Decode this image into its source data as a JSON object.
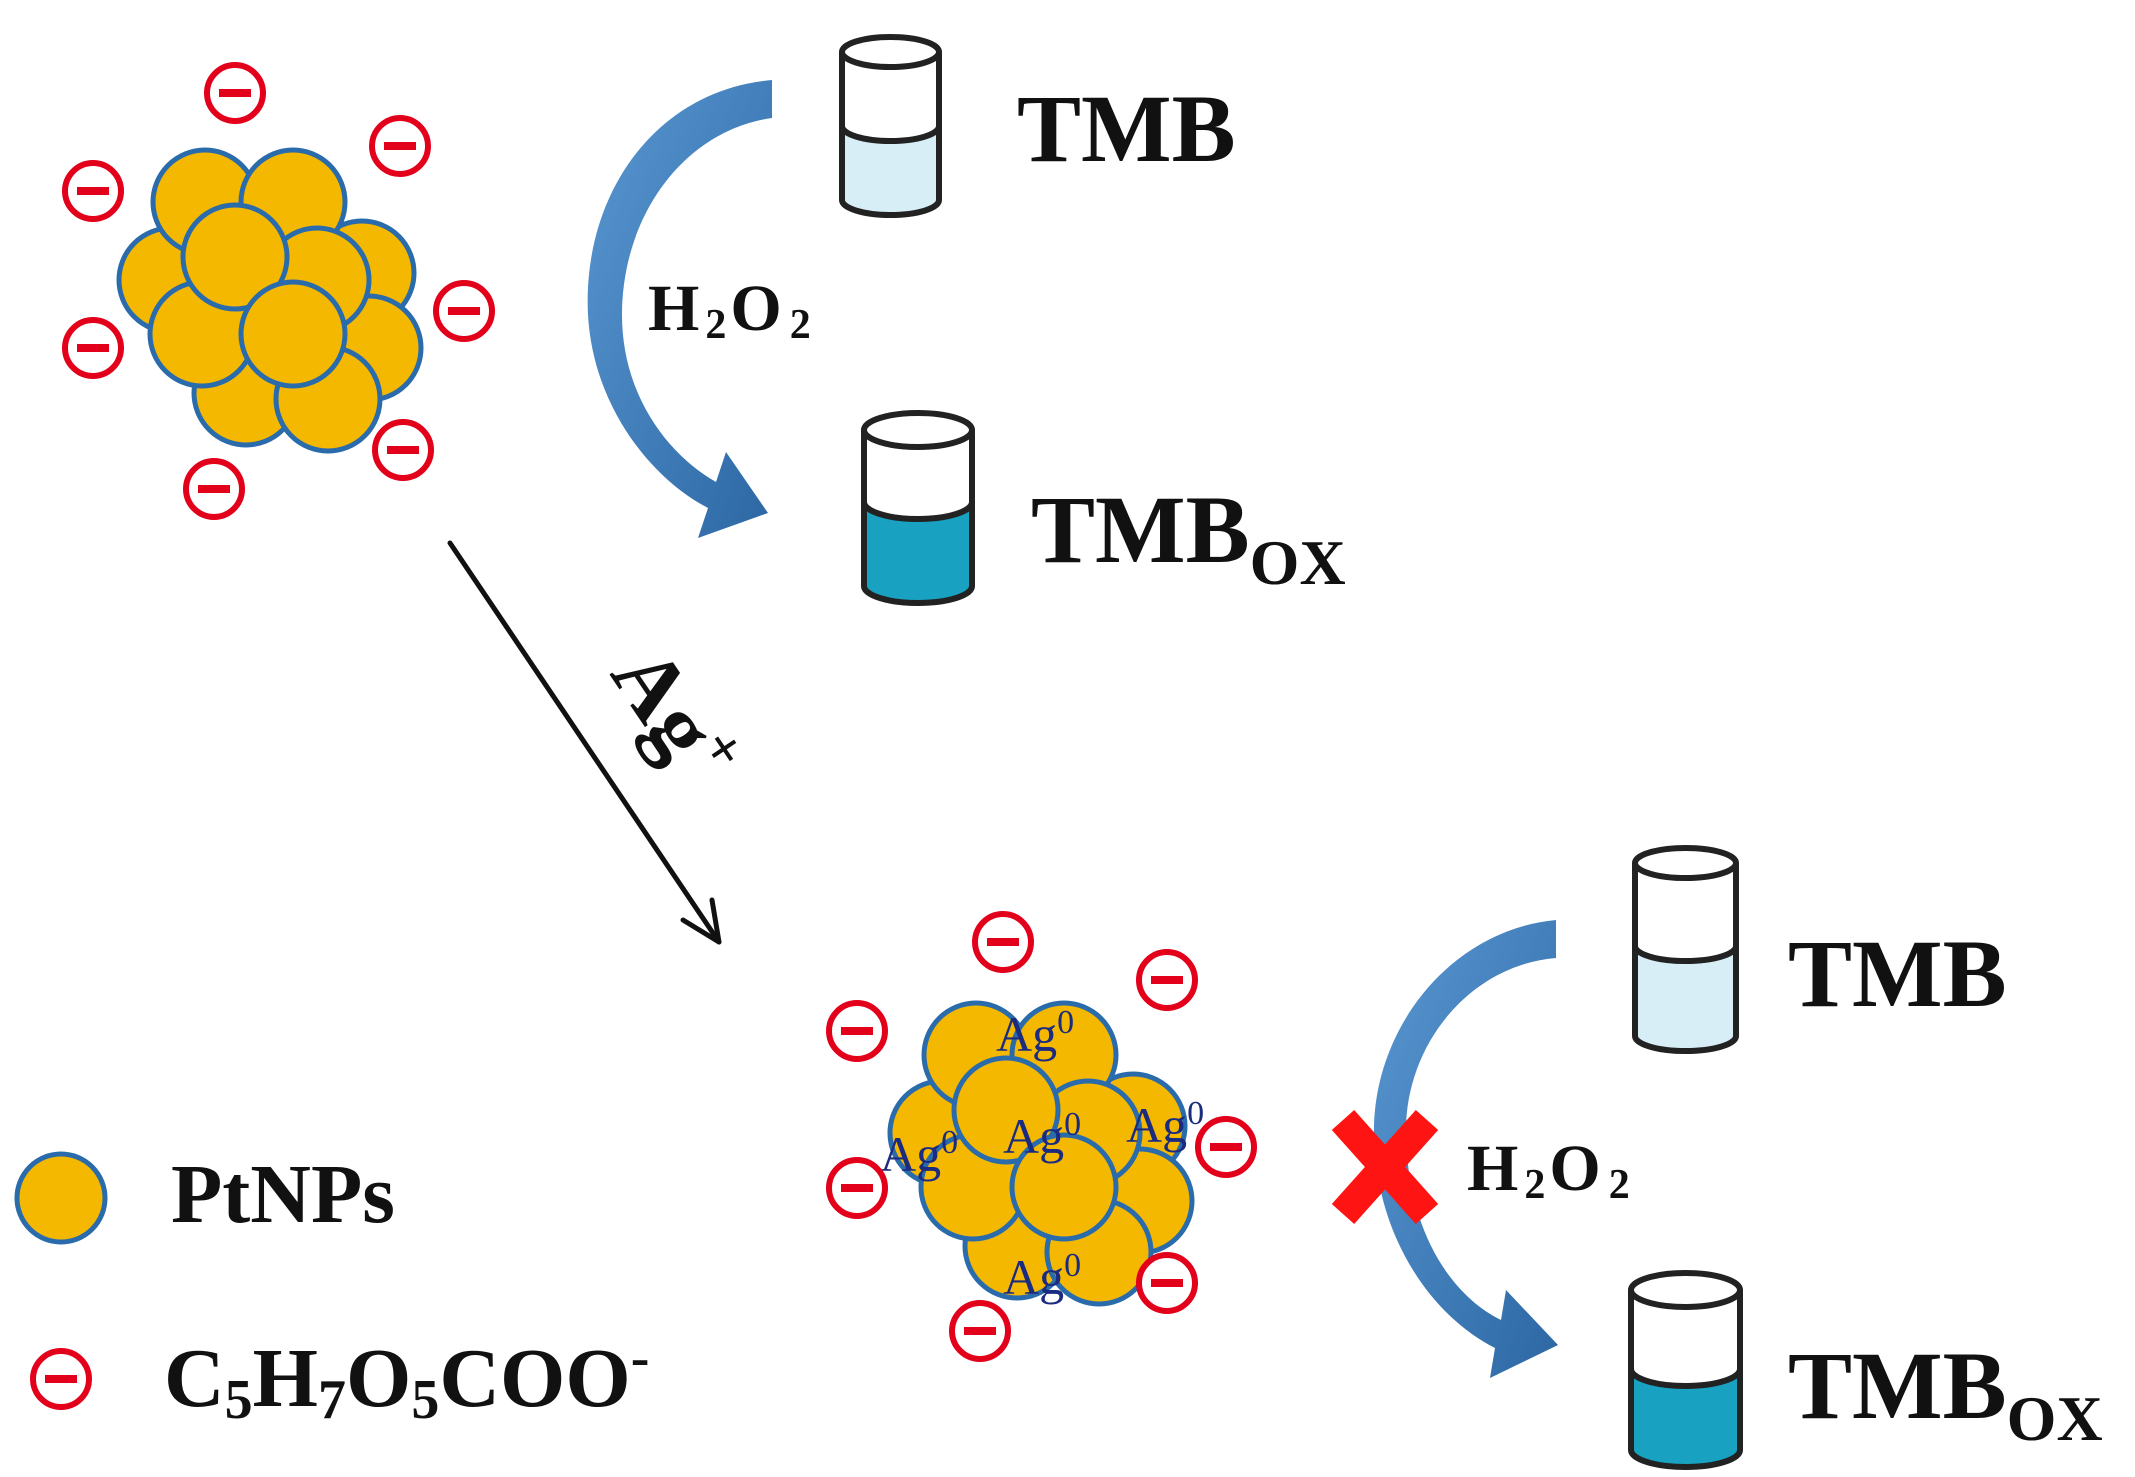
{
  "colors": {
    "nanoparticle_fill": "#f5b800",
    "nanoparticle_outline": "#2a6bab",
    "charge": "#e3001b",
    "arrow_light": "#5a98d2",
    "arrow_dark": "#2c67a4",
    "liquid_light": "#d7eef6",
    "liquid_dark": "#18a1c1",
    "ag_label": "#1b2b7f",
    "cross": "#ff1414"
  },
  "top": {
    "tmb": "TMB",
    "reagent": {
      "h": "H",
      "sub1": "2",
      "o": "O",
      "sub2": "2"
    },
    "tmbox": {
      "main": "TMB",
      "sub": "OX"
    }
  },
  "arrow_label": {
    "main": "Ag",
    "sup": "+"
  },
  "bottom": {
    "ag_labels": [
      {
        "main": "Ag",
        "sup": "0"
      },
      {
        "main": "Ag",
        "sup": "0"
      },
      {
        "main": "Ag",
        "sup": "0"
      },
      {
        "main": "Ag",
        "sup": "0"
      },
      {
        "main": "Ag",
        "sup": "0"
      }
    ],
    "tmb": "TMB",
    "reagent": {
      "h": "H",
      "sub1": "2",
      "o": "O",
      "sub2": "2"
    },
    "tmbox": {
      "main": "TMB",
      "sub": "OX"
    }
  },
  "legend": {
    "ptnps": "PtNPs",
    "formula": {
      "c": "C",
      "s1": "5",
      "h": "H",
      "s2": "7",
      "o": "O",
      "s3": "5",
      "coo": "COO",
      "charge": "-"
    }
  }
}
